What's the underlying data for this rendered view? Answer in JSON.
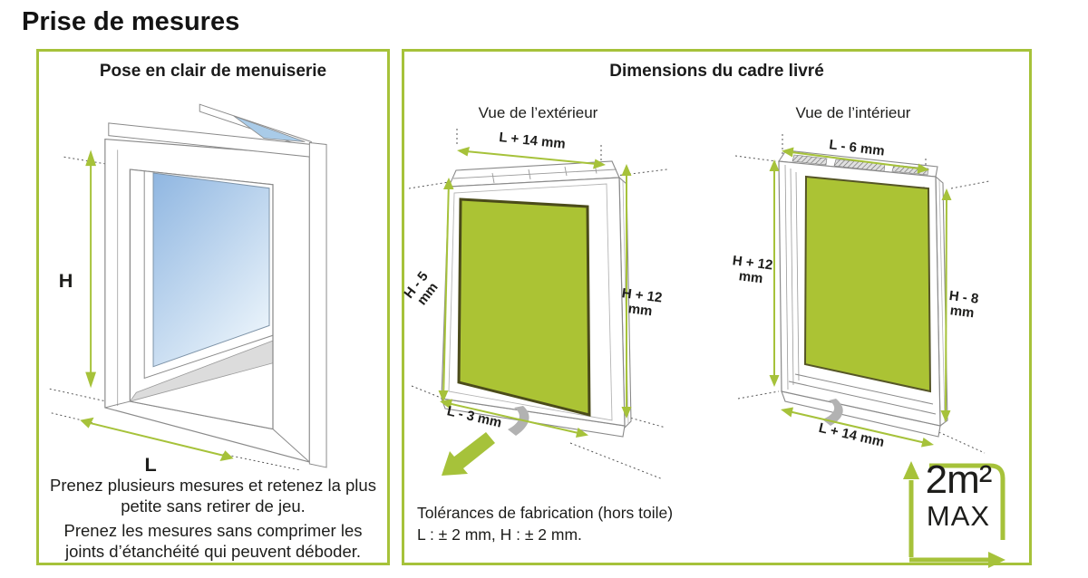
{
  "page_title": "Prise de mesures",
  "colors": {
    "accent_green": "#a6c23a",
    "toile_green": "#abc334",
    "text": "#1d1d1b",
    "glass_blue": "#8fb6e1"
  },
  "left_panel": {
    "title": "Pose en clair de menuiserie",
    "height_label": "H",
    "width_label": "L",
    "note_line1": "Prenez plusieurs mesures et retenez la plus petite sans retirer de jeu.",
    "note_line2": "Prenez les mesures sans comprimer les joints d’étanchéité qui peuvent déboder."
  },
  "right_panel": {
    "title": "Dimensions du cadre livré",
    "exterior_view": {
      "title": "Vue de l’extérieur",
      "dim_top": "L + 14 mm",
      "dim_left": "H - 5 mm",
      "dim_right": "H + 12 mm",
      "dim_bottom": "L - 3 mm"
    },
    "interior_view": {
      "title": "Vue de l’intérieur",
      "dim_top": "L - 6 mm",
      "dim_left": "H + 12 mm",
      "dim_right": "H - 8 mm",
      "dim_bottom": "L + 14 mm"
    },
    "tolerances_line1": "Tolérances de fabrication (hors toile)",
    "tolerances_line2": "L : ± 2 mm, H : ± 2 mm.",
    "max_badge": {
      "value": "2m²",
      "label": "MAX"
    }
  }
}
